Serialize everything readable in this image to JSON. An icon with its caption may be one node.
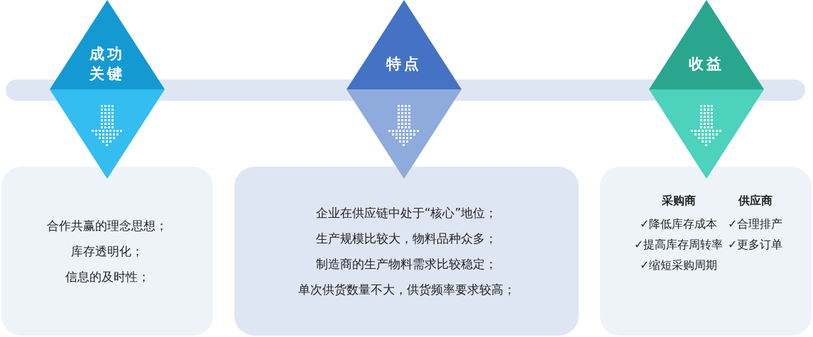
{
  "diagram": {
    "nodes": [
      {
        "text": [
          "成功关键"
        ]
      },
      {
        "text": [
          "合作共赢的理念思想；",
          "库存透明化；",
          "信息的及时性；"
        ]
      },
      {
        "text": [
          "特点"
        ]
      },
      {
        "text": [
          "企业在供应链中处于“核心”地位；",
          "生产规模比较大，物料品种众多；",
          "制造商的生产物料需求比较稳定；",
          "单次供货数量不大，供货频率要求较高；"
        ]
      },
      {
        "text": [
          "收益"
        ]
      },
      {
        "text": [
          "采购商",
          "✓降低库存成本",
          "✓提高库存周转率",
          "✓缩短采购周期",
          "供应商",
          "✓合理排产",
          "✓更多订单"
        ]
      },
      {
        "text": [],
        "shape": "bar"
      }
    ],
    "edges": []
  }
}
